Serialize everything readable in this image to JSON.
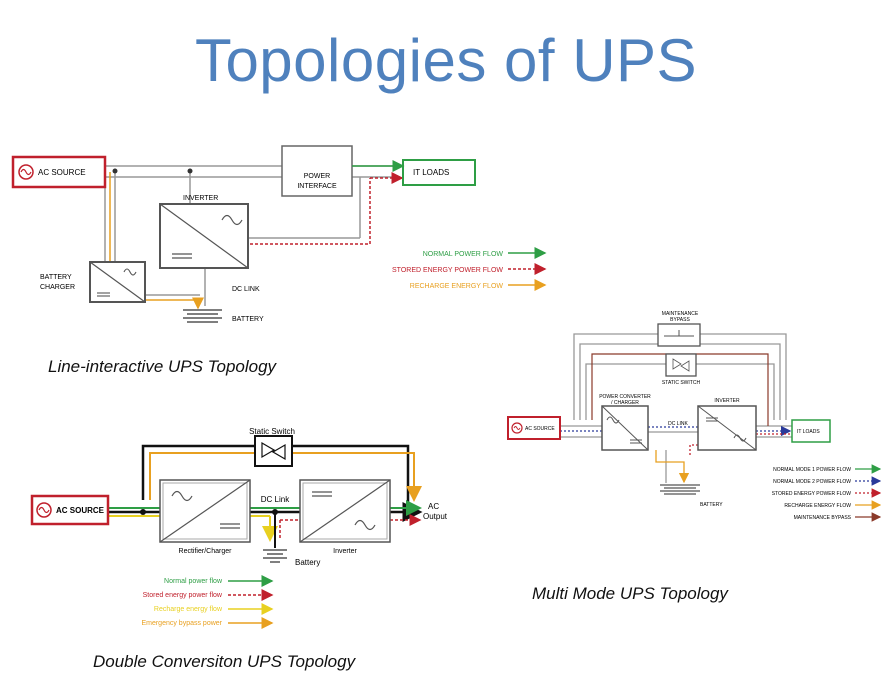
{
  "title": "Topologies of  UPS",
  "colors": {
    "title": "#4f81bd",
    "normal_flow": "#2e9e45",
    "stored_flow": "#c0202c",
    "recharge_flow": "#e8a020",
    "recharge_flow_yellow": "#e8d020",
    "mode2_flow": "#2a3a9a",
    "bypass_flow": "#8b3a2a",
    "ac_source_border": "#c0202c",
    "it_loads_border": "#2e9e45",
    "wire": "#999999"
  },
  "line_interactive": {
    "caption": "Line-interactive UPS Topology",
    "ac_source": "AC SOURCE",
    "power_interface_1": "POWER",
    "power_interface_2": "INTERFACE",
    "it_loads": "IT LOADS",
    "inverter": "INVERTER",
    "battery_charger_1": "BATTERY",
    "battery_charger_2": "CHARGER",
    "dc_link": "DC LINK",
    "battery": "BATTERY",
    "legend": [
      {
        "label": "NORMAL POWER FLOW",
        "style": "normal"
      },
      {
        "label": "STORED ENERGY POWER FLOW",
        "style": "stored"
      },
      {
        "label": "RECHARGE ENERGY FLOW",
        "style": "recharge"
      }
    ]
  },
  "multi_mode": {
    "caption": "Multi Mode UPS Topology",
    "maintenance_bypass_1": "MAINTENANCE",
    "maintenance_bypass_2": "BYPASS",
    "static_switch": "STATIC SWITCH",
    "power_converter_1": "POWER CONVERTER",
    "power_converter_2": "/ CHARGER",
    "inverter": "INVERTER",
    "dc_link": "DC LINK",
    "ac_source": "AC SOURCE",
    "it_loads": "IT LOADS",
    "battery": "BATTERY",
    "legend": [
      {
        "label": "NORMAL MODE 1 POWER FLOW",
        "style": "normal"
      },
      {
        "label": "NORMAL MODE 2 POWER FLOW",
        "style": "mode2"
      },
      {
        "label": "STORED ENERGY POWER FLOW",
        "style": "stored"
      },
      {
        "label": "RECHARGE ENERGY FLOW",
        "style": "recharge"
      },
      {
        "label": "MAINTENANCE BYPASS",
        "style": "bypass"
      }
    ]
  },
  "double_conversion": {
    "caption": "Double  Conversiton UPS Topology",
    "static_switch": "Static Switch",
    "ac_source": "AC SOURCE",
    "dc_link": "DC Link",
    "ac_output_1": "AC",
    "ac_output_2": "Output",
    "rectifier": "Rectifier/Charger",
    "inverter": "Inverter",
    "battery": "Battery",
    "legend": [
      {
        "label": "Normal power flow",
        "style": "normal"
      },
      {
        "label": "Stored energy power flow",
        "style": "stored"
      },
      {
        "label": "Recharge energy flow",
        "style": "recharge_yellow"
      },
      {
        "label": "Emergency bypass power",
        "style": "recharge"
      }
    ]
  }
}
